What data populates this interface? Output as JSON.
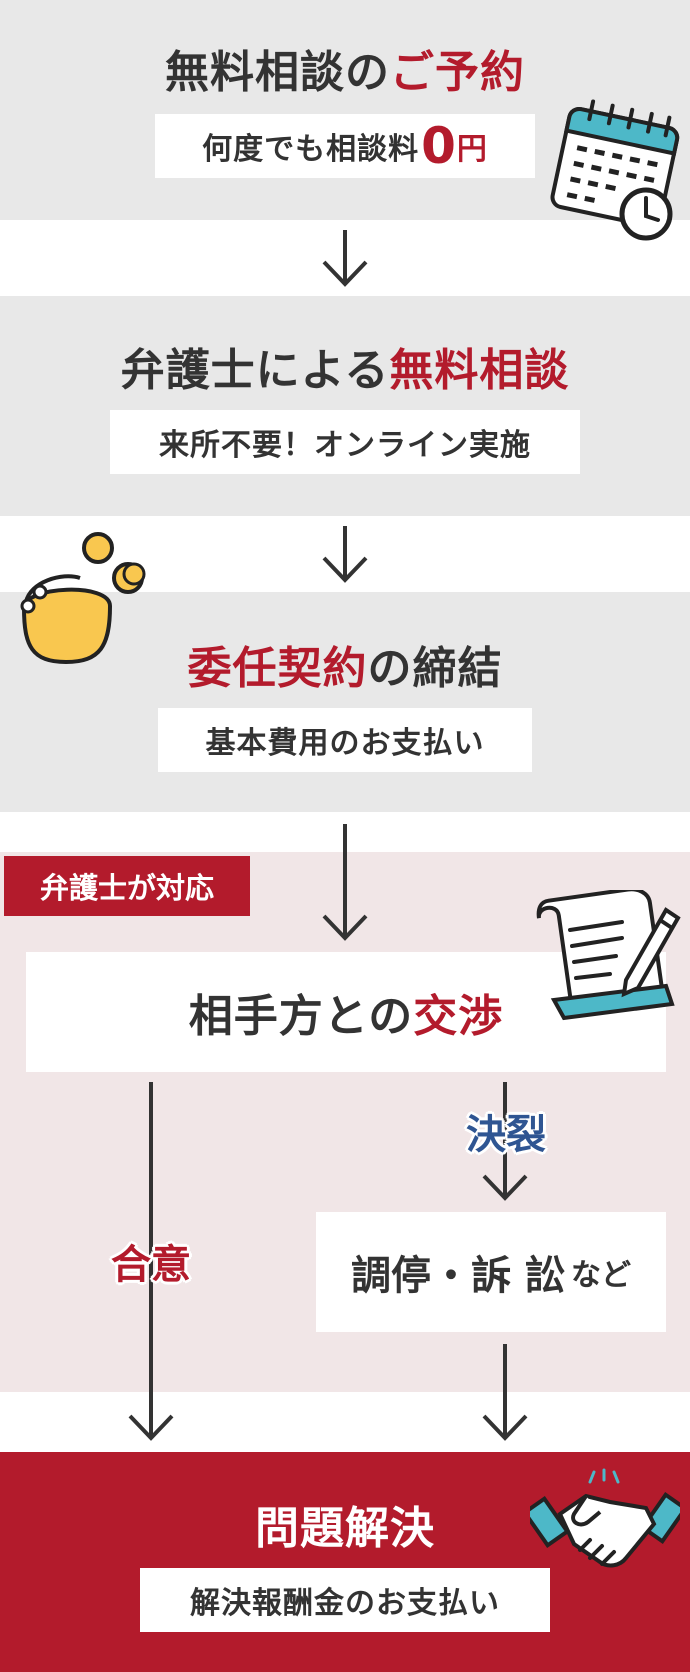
{
  "step1": {
    "title_part1": "無料相談の",
    "title_part2": "ご予約",
    "sub_part1": "何度でも相談料",
    "sub_zero": "0",
    "sub_yen": "円"
  },
  "step2": {
    "title_part1": "弁護士による",
    "title_part2": "無料相談",
    "sub": "来所不要！オンライン実施"
  },
  "step3": {
    "title_part1": "委任契約",
    "title_part2": "の締結",
    "sub": "基本費用のお支払い"
  },
  "section": {
    "tag": "弁護士が対応"
  },
  "step4": {
    "title_part1": "相手方との",
    "title_part2": "交渉"
  },
  "branch": {
    "breakdown_label": "決裂",
    "agreement_label": "合意",
    "mediation_main": "調停・訴 訟",
    "mediation_suffix": "など"
  },
  "step5": {
    "title": "問題解決",
    "sub": "解決報酬金のお支払い"
  },
  "colors": {
    "accent_red": "#b31b2c",
    "label_blue": "#2f5592",
    "gray_band": "#e8e8e8",
    "pink_band": "#f1e6e7",
    "text_dark": "#333333",
    "arrow": "#333333"
  },
  "icons": {
    "calendar": "calendar-clock-icon",
    "purse": "coin-purse-icon",
    "document": "document-pen-icon",
    "handshake": "handshake-icon"
  }
}
